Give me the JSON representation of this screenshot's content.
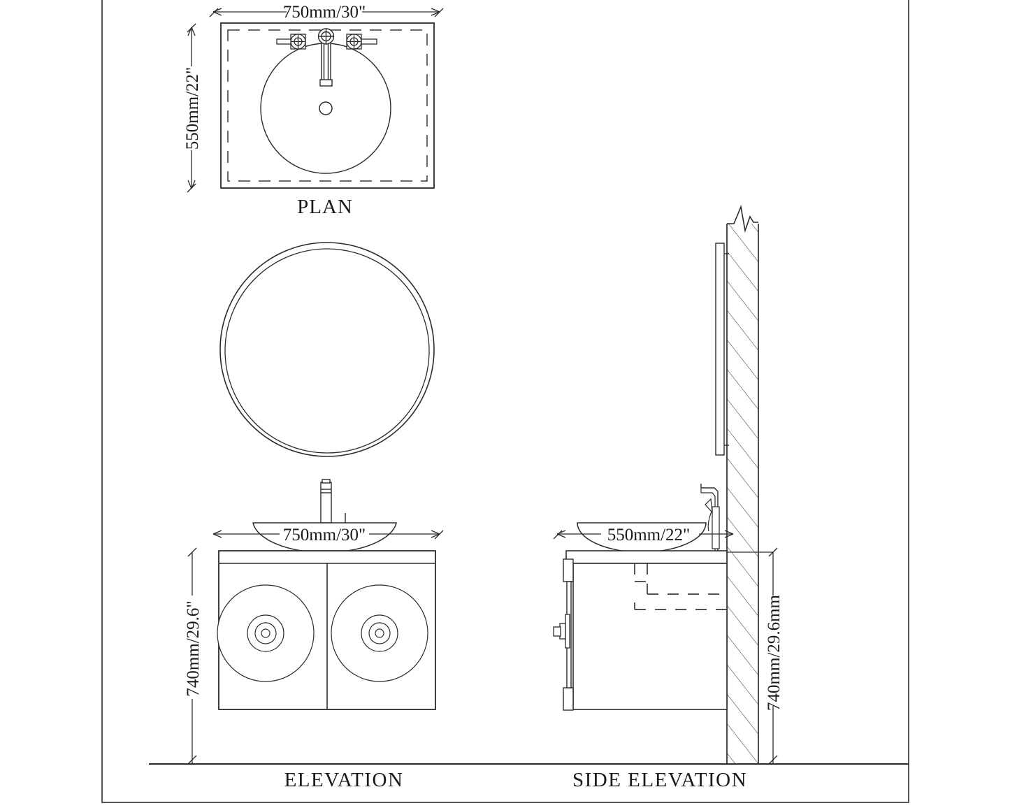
{
  "drawing": {
    "title": "Bathroom Vanity Unit Technical Drawing",
    "line_color": "#2b2b2b",
    "hidden_line_color": "#3a3a3a",
    "text_color": "#1a1a1a",
    "background": "#ffffff",
    "sheet_width": 1445,
    "sheet_height": 1156
  },
  "views": {
    "plan": {
      "label": "PLAN",
      "dimensions": {
        "width": {
          "text": "750mm/30\"",
          "orientation": "horizontal",
          "position": "top"
        },
        "depth": {
          "text": "550mm/22\"",
          "orientation": "vertical",
          "position": "left"
        }
      },
      "components": [
        "countertop-outline",
        "countertop-inset-dashed",
        "basin-circle",
        "drain-circle",
        "faucet-spout",
        "faucet-handle-left",
        "faucet-handle-right"
      ]
    },
    "mirror": {
      "label": "",
      "shape": "round",
      "components": [
        "mirror-outer-circle",
        "mirror-inner-circle"
      ]
    },
    "elevation": {
      "label": "ELEVATION",
      "dimensions": {
        "width": {
          "text": "750mm/30\"",
          "orientation": "horizontal",
          "position": "top"
        },
        "height": {
          "text": "740mm/29.6\"",
          "orientation": "vertical",
          "position": "left"
        }
      },
      "components": [
        "vessel-basin",
        "faucet",
        "cabinet-body",
        "cabinet-top-rail",
        "door-left",
        "door-right",
        "knob-left",
        "knob-right"
      ]
    },
    "side_elevation": {
      "label": "SIDE  ELEVATION",
      "dimensions": {
        "depth": {
          "text": "550mm/22\"",
          "orientation": "horizontal",
          "position": "top"
        },
        "height": {
          "text": "740mm/29.6mm",
          "orientation": "vertical",
          "position": "right"
        }
      },
      "components": [
        "wall-section-hatched",
        "wall-break-line",
        "mirror-side-profile",
        "vessel-basin-side",
        "faucet-side",
        "counter-slab",
        "cabinet-side-body",
        "cabinet-door-profile",
        "cabinet-handle",
        "hidden-shelf-lines",
        "floor-line"
      ]
    }
  },
  "annotations": {
    "plan_label": "PLAN",
    "elevation_label": "ELEVATION",
    "side_elevation_label": "SIDE  ELEVATION",
    "dim_plan_width": "750mm/30\"",
    "dim_plan_depth": "550mm/22\"",
    "dim_elev_width": "750mm/30\"",
    "dim_elev_height": "740mm/29.6\"",
    "dim_side_depth": "550mm/22\"",
    "dim_side_height": "740mm/29.6mm"
  }
}
